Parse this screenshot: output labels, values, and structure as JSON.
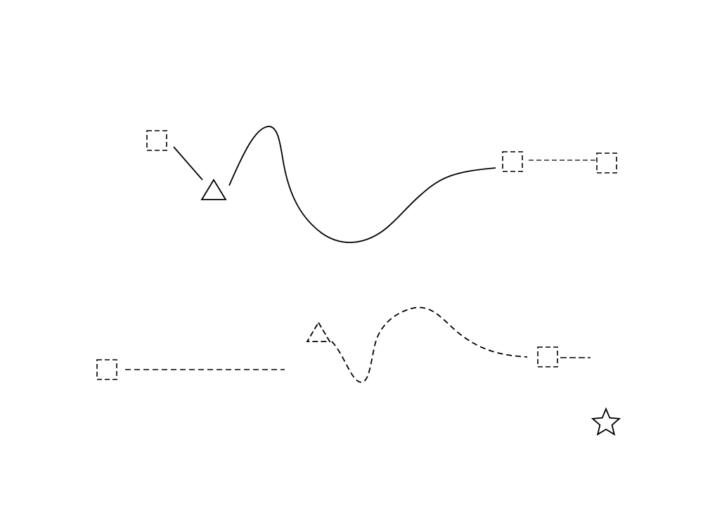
{
  "diagram": {
    "stroke_color": "#000000",
    "background_color": "#ffffff",
    "rows": [
      {
        "name": "upper-row",
        "line_style": "solid",
        "elements": [
          "dashed-square",
          "solid-connector",
          "solid-triangle",
          "solid-curve",
          "dashed-square",
          "dashed-connector",
          "dashed-square"
        ]
      },
      {
        "name": "lower-row",
        "line_style": "dashed",
        "elements": [
          "dashed-square",
          "dashed-connector",
          "dashed-triangle",
          "dashed-curve",
          "dashed-square",
          "dashed-connector"
        ]
      }
    ],
    "extra_shapes": [
      "star-icon"
    ]
  }
}
